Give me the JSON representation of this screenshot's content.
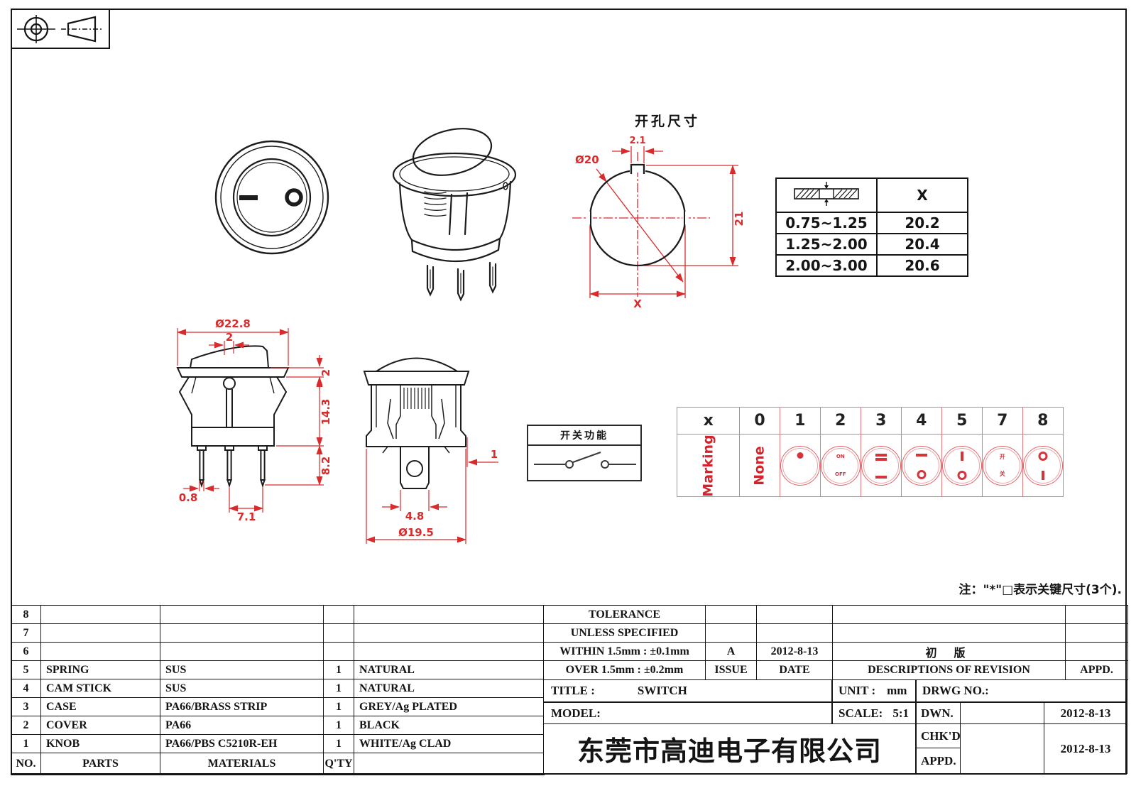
{
  "colors": {
    "dimension_red": "#d92b2b",
    "marking_red": "#d4353b",
    "marking_grid": "#e2797d",
    "line_black": "#1c1c1c"
  },
  "cutout": {
    "title": "开孔尺寸",
    "dia_label": "Ø20",
    "notch_width": "2.1",
    "height": "21",
    "width_var": "X"
  },
  "thickness_table": {
    "x_header": "X",
    "rows": [
      {
        "range": "0.75~1.25",
        "x": "20.2"
      },
      {
        "range": "1.25~2.00",
        "x": "20.4"
      },
      {
        "range": "2.00~3.00",
        "x": "20.6"
      }
    ]
  },
  "side_dims": {
    "dia": "Ø22.8",
    "rocker_offset": "2",
    "flange_h": "2",
    "body_h": "14.3",
    "pin_len": "8.2",
    "pin_thk": "0.8",
    "pitch": "7.1"
  },
  "front_dims": {
    "term_w": "4.8",
    "body_dia": "Ø19.5",
    "edge": "1"
  },
  "function_box": {
    "title": "开关功能"
  },
  "marking_table": {
    "headers": [
      "x",
      "0",
      "1",
      "2",
      "3",
      "4",
      "5",
      "7",
      "8"
    ],
    "row_label": "Marking",
    "none_label": "None",
    "on": "ON",
    "off": "OFF",
    "kai": "开",
    "guan": "关"
  },
  "note": "注：\"*\"□表示关键尺寸(3个).",
  "parts_table": {
    "rows": [
      {
        "no": "8",
        "part": "",
        "mat": "",
        "qty": "",
        "color": ""
      },
      {
        "no": "7",
        "part": "",
        "mat": "",
        "qty": "",
        "color": ""
      },
      {
        "no": "6",
        "part": "",
        "mat": "",
        "qty": "",
        "color": ""
      },
      {
        "no": "5",
        "part": "SPRING",
        "mat": "SUS",
        "qty": "1",
        "color": "NATURAL"
      },
      {
        "no": "4",
        "part": "CAM STICK",
        "mat": "SUS",
        "qty": "1",
        "color": "NATURAL"
      },
      {
        "no": "3",
        "part": "CASE",
        "mat": "PA66/BRASS STRIP",
        "qty": "1",
        "color": "GREY/Ag PLATED"
      },
      {
        "no": "2",
        "part": "COVER",
        "mat": "PA66",
        "qty": "1",
        "color": "BLACK"
      },
      {
        "no": "1",
        "part": "KNOB",
        "mat": "PA66/PBS C5210R-EH",
        "qty": "1",
        "color": "WHITE/Ag CLAD"
      }
    ],
    "footer": {
      "no": "NO.",
      "parts": "PARTS",
      "materials": "MATERIALS",
      "qty": "Q'TY"
    }
  },
  "title_block": {
    "tolerance1": "TOLERANCE",
    "tolerance2": "UNLESS  SPECIFIED",
    "within": "WITHIN 1.5mm : ±0.1mm",
    "over": "OVER 1.5mm : ±0.2mm",
    "issue_val": "A",
    "issue_label": "ISSUE",
    "date_val": "2012-8-13",
    "date_label": "DATE",
    "rev_desc": "初 版",
    "rev_header": "DESCRIPTIONS OF REVISION",
    "appd_label": "APPD.",
    "title_label": "TITLE :",
    "title_val": "SWITCH",
    "unit_label": "UNIT :",
    "unit_val": "mm",
    "drwg_label": "DRWG NO.:",
    "model_label": "MODEL:",
    "scale_label": "SCALE:",
    "scale_val": "5:1",
    "dwn_label": "DWN.",
    "dwn_date": "2012-8-13",
    "chkd_label": "CHK'D",
    "chkd_date": "2012-8-13",
    "appd2_label": "APPD.",
    "company": "东莞市高迪电子有限公司"
  }
}
